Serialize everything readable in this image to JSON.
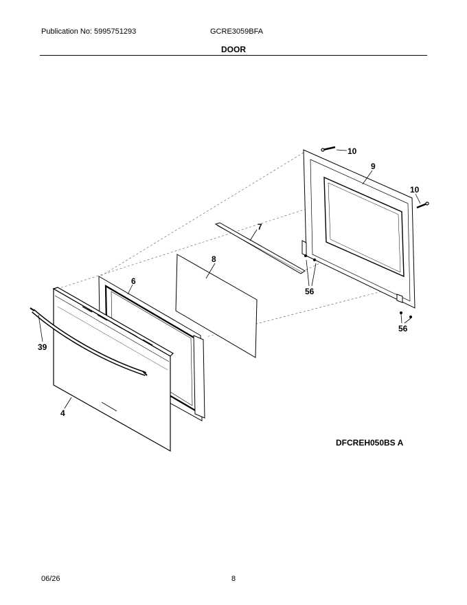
{
  "header": {
    "publication": "Publication No: 5995751293",
    "model": "GCRE3059BFA",
    "section": "DOOR"
  },
  "diagram": {
    "callouts": [
      "10",
      "9",
      "10",
      "7",
      "8",
      "56",
      "6",
      "56",
      "39",
      "4"
    ],
    "code": "DFCREH050BS A"
  },
  "footer": {
    "date": "06/26",
    "page": "8"
  }
}
